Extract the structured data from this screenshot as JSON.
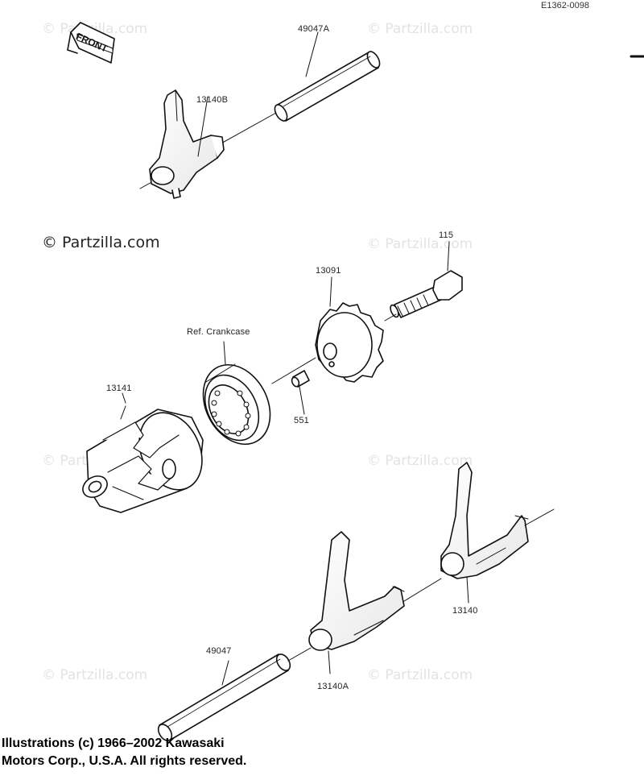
{
  "diagram": {
    "code": "E1362-0098",
    "front_label": "FRONT",
    "parts": {
      "p49047A": "49047A",
      "p13140B": "13140B",
      "p115": "115",
      "p13091": "13091",
      "pRefCrankcase": "Ref. Crankcase",
      "p13141": "13141",
      "p551": "551",
      "p13140": "13140",
      "p49047": "49047",
      "p13140A": "13140A"
    },
    "copyright_main": "© Partzilla.com",
    "watermark": "© Partzilla.com",
    "footer_line1": "Illustrations (c) 1966–2002 Kawasaki",
    "footer_line2": "Motors Corp., U.S.A.  All rights reserved."
  }
}
